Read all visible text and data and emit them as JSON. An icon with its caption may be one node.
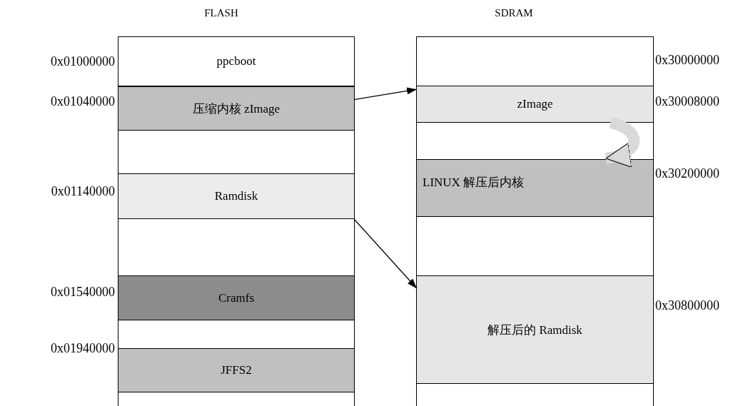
{
  "diagram": {
    "nodes": [
      {
        "text": [
          "FLASH"
        ]
      },
      {
        "text": [
          "ppcboot"
        ],
        "in": 0,
        "beside": [
          "0x01000000"
        ]
      },
      {
        "text": [
          "压缩内核 zImage"
        ],
        "in": 0,
        "beside": [
          "0x01040000"
        ]
      },
      {
        "text": [
          "Ramdisk"
        ],
        "in": 0,
        "beside": [
          "0x01140000"
        ]
      },
      {
        "text": [
          "Cramfs"
        ],
        "in": 0,
        "beside": [
          "0x01540000"
        ]
      },
      {
        "text": [
          "JFFS2"
        ],
        "in": 0,
        "beside": [
          "0x01940000"
        ]
      },
      {
        "text": [
          "SDRAM"
        ]
      },
      {
        "text": [
          "zImage"
        ],
        "in": 6,
        "beside": [
          "0x30008000"
        ]
      },
      {
        "text": [
          "LINUX 解压后内核"
        ],
        "in": 6,
        "beside": [
          "0x30200000"
        ]
      },
      {
        "text": [
          "解压后的 Ramdisk"
        ],
        "in": 6,
        "beside": [
          "0x30800000"
        ]
      }
    ],
    "edges": [
      {
        "from": 2,
        "to": 7,
        "arrow": "to"
      },
      {
        "from": 3,
        "to": 9,
        "arrow": "to"
      },
      {
        "from": 7,
        "to": 8,
        "arrow": "to",
        "style": "thick",
        "color": "#d9d9d9"
      }
    ],
    "labels": [
      "0x30000000"
    ]
  }
}
